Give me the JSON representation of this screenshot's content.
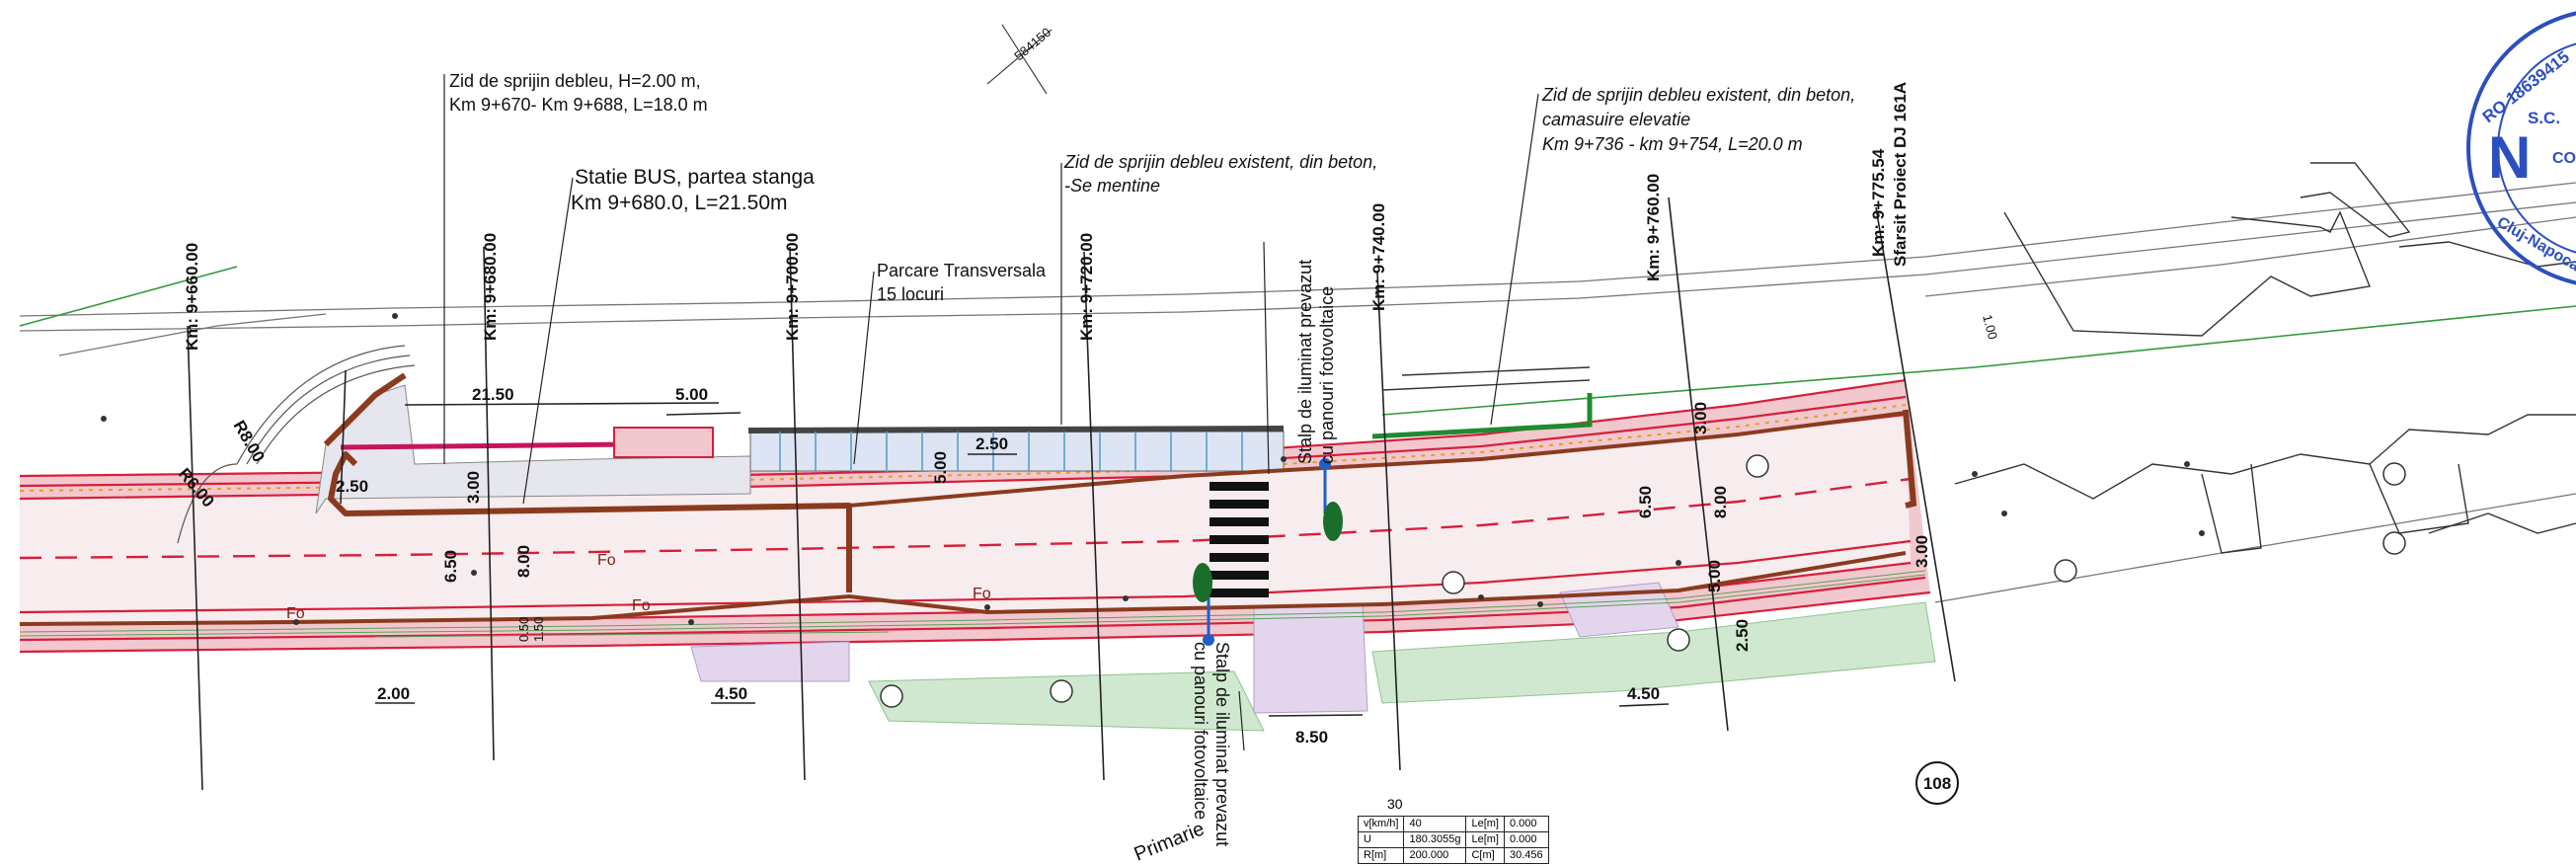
{
  "km_labels": [
    "Km: 9+660.00",
    "Km: 9+680.00",
    "Km: 9+700.00",
    "Km: 9+720.00",
    "Km: 9+740.00",
    "Km: 9+760.00",
    "Km: 9+775.54"
  ],
  "end_project": "Sfarsit Proiect DJ 161A",
  "annotations": {
    "wall_new_1": "Zid de sprijin debleu, H=2.00 m,",
    "wall_new_2": "Km 9+670- Km 9+688, L=18.0 m",
    "bus_1": "Statie BUS, partea stanga",
    "bus_2": "Km 9+680.0, L=21.50m",
    "wall_keep_1": "Zid de sprijin debleu existent, din beton,",
    "wall_keep_2": "-Se mentine",
    "parking_1": "Parcare Transversala",
    "parking_2": "15 locuri",
    "wall_lined_1": "Zid de sprijin debleu existent, din beton,",
    "wall_lined_2": "camasuire elevatie",
    "wall_lined_3": "Km 9+736 - km 9+754, L=20.0 m",
    "pole_top_1": "Stalp de iluminat prevazut",
    "pole_top_2": "cu panouri fotovoltaice",
    "pole_bottom_1": "Stalp de iluminat prevazut",
    "pole_bottom_2": "cu panouri fotovoltaice",
    "primarie": "Primarie",
    "coord": "584150",
    "diag_dim": "1.00"
  },
  "dims": {
    "d_21_50": "21.50",
    "d_5_00": "5.00",
    "d_2_50": "2.50",
    "d_5_00_v": "5.00",
    "d_r8": "R8.00",
    "d_r6": "R6.00",
    "d_2_50_b": "2.50",
    "d_3_00": "3.00",
    "d_6_50": "6.50",
    "d_8_00": "8.00",
    "d_0_50": "0.50",
    "d_1_50": "1.50",
    "d_2_00": "2.00",
    "d_4_50_a": "4.50",
    "d_8_50": "8.50",
    "d_6_50_b": "6.50",
    "d_8_00_b": "8.00",
    "d_3_00_b": "3.00",
    "d_4_50_b": "4.50",
    "d_2_50_c": "2.50",
    "d_5_00_c": "5.00",
    "d_3_00_c": "3.00"
  },
  "road_marks": [
    "Fo",
    "Fo",
    "Fo",
    "Fo"
  ],
  "sheet_number": "108",
  "stamp": {
    "text_top": "RO 18639415",
    "text_sc": "S.C.",
    "text_city": "Cluj-Napoca",
    "logo": "N",
    "co": "CO"
  },
  "curve_table": {
    "title": "30",
    "rows": [
      [
        "v[km/h]",
        "40",
        "Le[m]",
        "0.000"
      ],
      [
        "U",
        "180.3055g",
        "Le[m]",
        "0.000"
      ],
      [
        "R[m]",
        "200.000",
        "C[m]",
        "30.456"
      ]
    ]
  },
  "colors": {
    "road_red": "#d81e3a",
    "road_fill": "#f6e8ea",
    "sidewalk_fill": "#f2c8cf",
    "green_strip": "#cfe8cf",
    "brown_curb": "#8a3b1e",
    "wall_green": "#1f8a2f",
    "pole_blue": "#1e5fc8",
    "pole_green": "#1b6d2c",
    "stamp_blue": "#2c4fbf"
  }
}
